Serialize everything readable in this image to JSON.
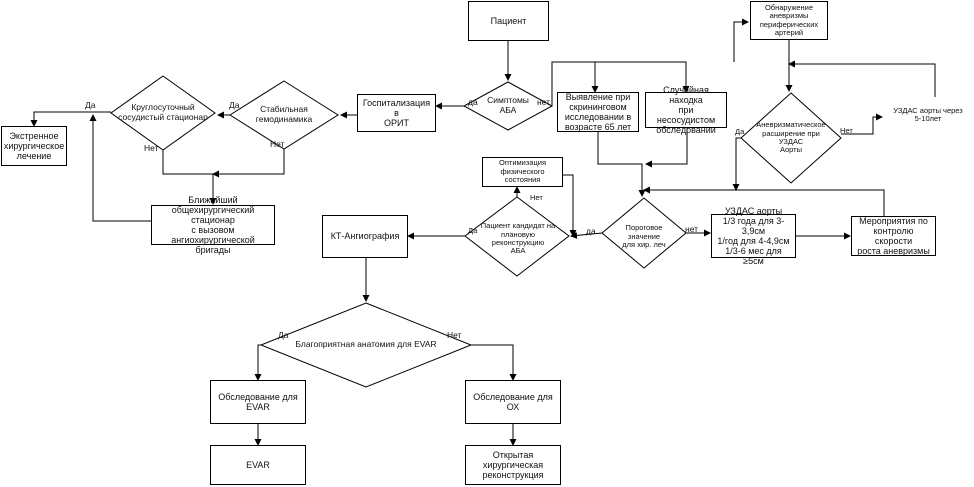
{
  "nodes": {
    "patient": "Пациент",
    "symptoms": "Симптомы\nАБА",
    "hospitalization": "Госпитализация в\nОРИТ",
    "stable": "Стабильная\nгемодинамика",
    "vascular_24h": "Круглосуточный\nсосудистый стационар",
    "emergency": "Экстренное\nхирургическое\nлечение",
    "nearest": "Ближайший\nобщехирургический стационар\nс вызовом ангиохирургической\nбригады",
    "screening": "Выявление при\nскрининговом\nисследовании в\nвозрасте 65 лет",
    "incidental": "Случайная находка\nпри несосудистом\nобследовании",
    "peripheral": "Обнаружение\nаневризмы\nпериферических\nартерий",
    "aneurysm_dec": "Аневризматическое\nрасширение при УЗДАС\nАорты",
    "usdas_5_10": "УЗДАС аорты через\n5-10лет",
    "threshold": "Пороговое значение\nдля хир. леч",
    "usdas_aorta": "УЗДАС аорты\n1/3 года для 3-3,9см\n1/год для 4-4,9см\n1/3-6 мес для ≥5см",
    "control": "Мероприятия по\nконтролю скорости\nроста аневризмы",
    "candidate": "Пациент кандидат на\nплановую реконструкцию\nАБА",
    "optimization": "Оптимизация\nфизического состояния",
    "ct": "КТ-Ангиография",
    "anatomy": "Благоприятная анатомия для EVAR",
    "exam_evar": "Обследование для\nEVAR",
    "exam_ox": "Обследование для\nОХ",
    "evar": "EVAR",
    "open": "Открытая\nхирургическая\nреконструкция"
  },
  "edge_labels": {
    "symptoms_yes": "да",
    "symptoms_no": "нет",
    "stable_yes": "Да",
    "stable_no": "Нет",
    "vascular_yes": "Да",
    "vascular_no": "Нет",
    "aneurysm_yes": "Да",
    "aneurysm_no": "Нет",
    "threshold_yes": "да",
    "threshold_no": "нет",
    "candidate_yes": "Да",
    "candidate_no": "Нет",
    "anatomy_yes": "Да",
    "anatomy_no": "Нет"
  },
  "colors": {
    "line": "#000000",
    "fill": "#ffffff"
  }
}
